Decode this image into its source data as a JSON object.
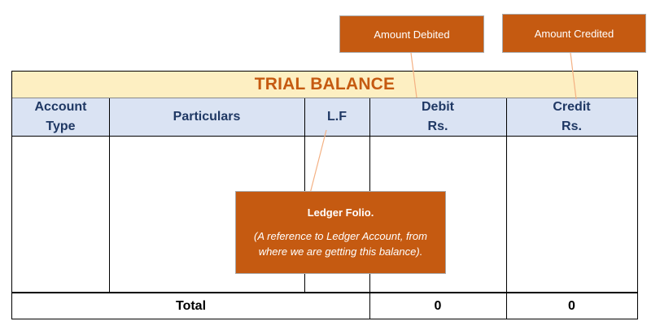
{
  "table": {
    "title": "TRIAL BALANCE",
    "columns": {
      "account_type": [
        "Account",
        "Type"
      ],
      "particulars": "Particulars",
      "lf": "L.F",
      "debit": [
        "Debit",
        "Rs."
      ],
      "credit": [
        "Credit",
        "Rs."
      ]
    },
    "footer": {
      "label": "Total",
      "debit_total": "0",
      "credit_total": "0"
    }
  },
  "callouts": {
    "debit": "Amount Debited",
    "credit": "Amount Credited",
    "ledger_folio": {
      "title": "Ledger Folio.",
      "description": "(A reference to Ledger Account, from where we are getting this balance)."
    }
  },
  "colors": {
    "accent": "#c55a11",
    "title_fill": "#fdefc2",
    "header_fill": "#dae3f3",
    "header_text": "#1f3864",
    "leader_line": "#f4b183"
  }
}
